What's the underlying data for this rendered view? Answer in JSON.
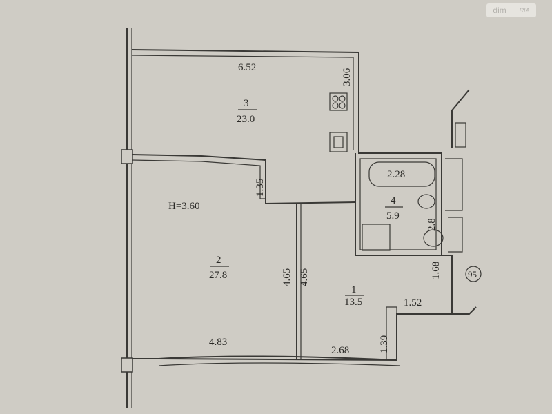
{
  "watermark": {
    "brand1": "dim",
    "brand2": "RIA"
  },
  "plan": {
    "ceiling_height": "H=3.60",
    "apartment_number": "95",
    "rooms": [
      {
        "number": "3",
        "area": "23.0"
      },
      {
        "number": "2",
        "area": "27.8"
      },
      {
        "number": "1",
        "area": "13.5"
      },
      {
        "number": "4",
        "area": "5.9"
      }
    ],
    "dimensions": {
      "room3_width": "6.52",
      "room3_depth": "3.06",
      "wall_offset": "1.35",
      "room2_depth_left": "4.65",
      "room2_depth_right": "4.65",
      "room2_width": "4.83",
      "room1_width": "2.68",
      "room1_step": "1.39",
      "corridor_width": "1.52",
      "corridor_depth": "1.68",
      "bath_length": "2.28",
      "bathroom_depth": "2.8"
    }
  }
}
